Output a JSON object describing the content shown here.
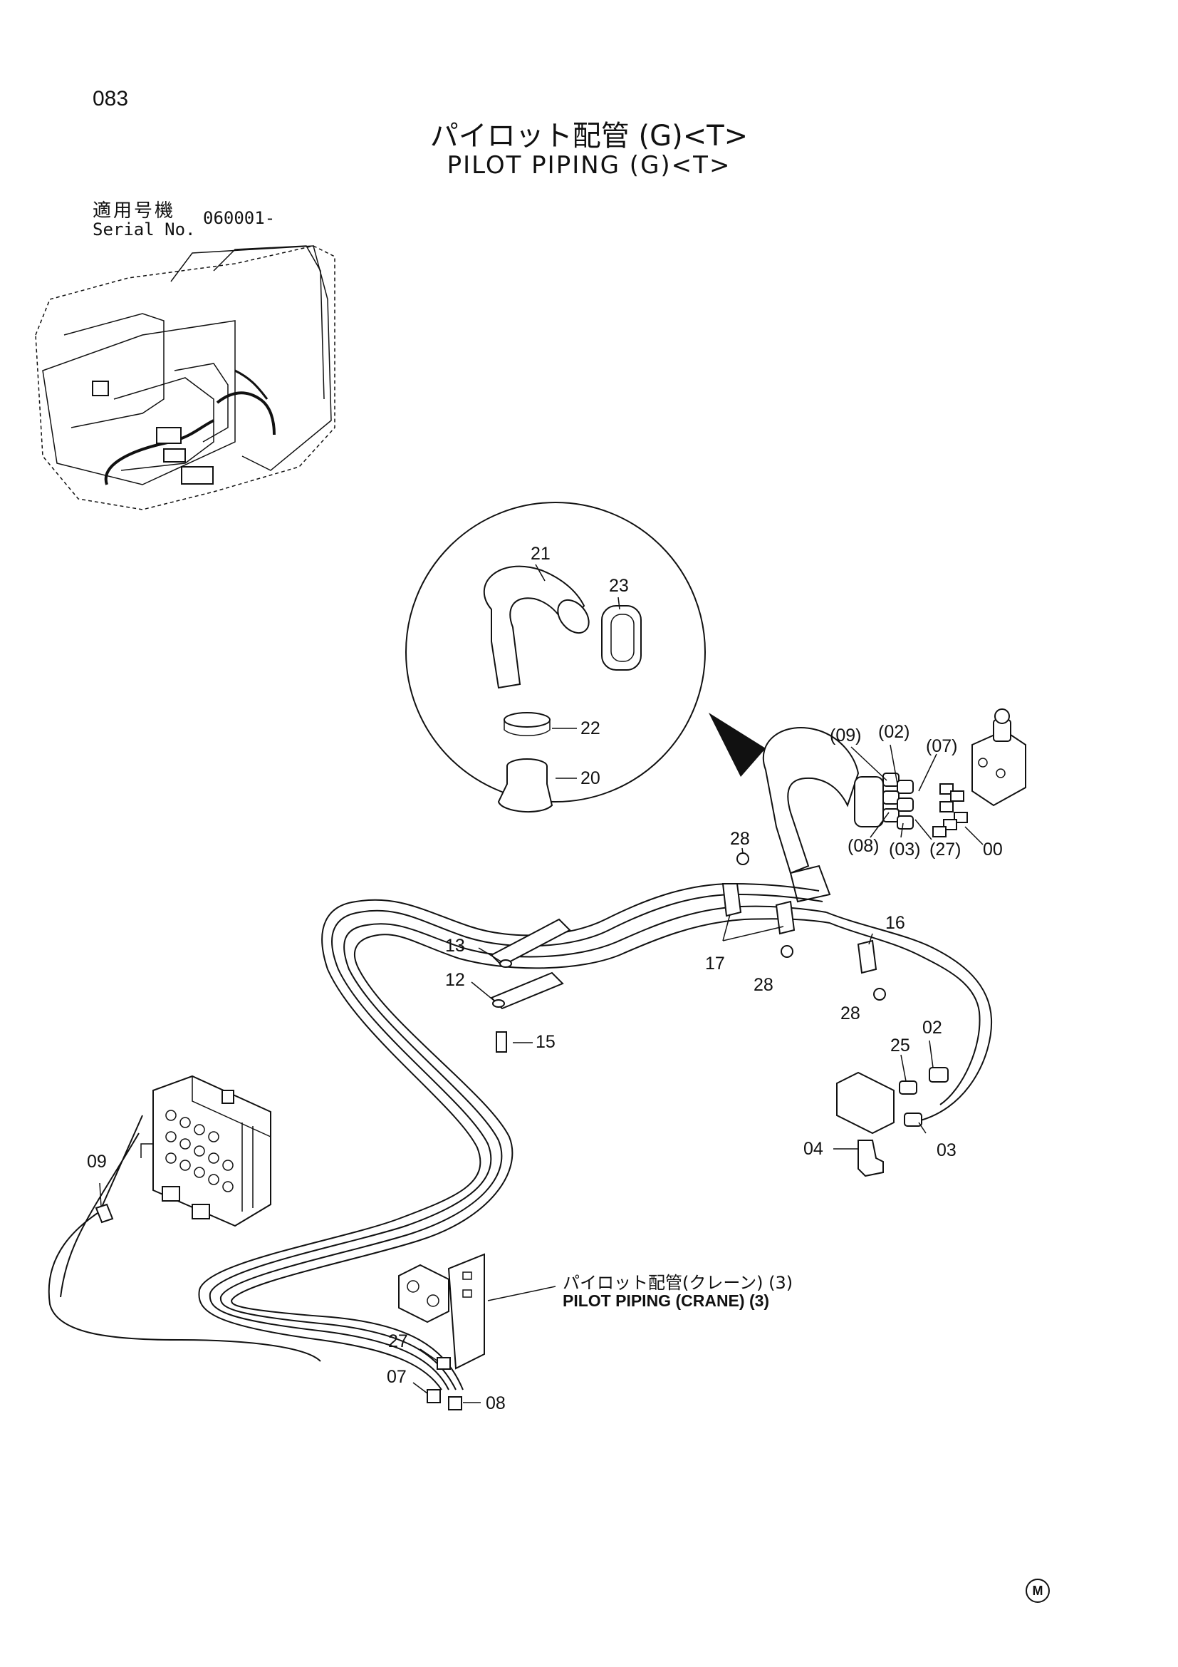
{
  "page_number": "083",
  "title_jp": "パイロット配管 (G)<T>",
  "title_en": "PILOT PIPING (G)<T>",
  "serial": {
    "label_jp": "適用号機",
    "label_en": "Serial No.",
    "value": "060001-"
  },
  "reference": {
    "label_jp": "パイロット配管(クレーン) (3)",
    "label_en": "PILOT PIPING (CRANE) (3)"
  },
  "mark": "M",
  "part_labels": {
    "p21": "21",
    "p23": "23",
    "p22": "22",
    "p20": "20",
    "p09a": "(09)",
    "p02a": "(02)",
    "p07a": "(07)",
    "p00": "00",
    "p08a": "(08)",
    "p03a": "(03)",
    "p27a": "(27)",
    "p28a": "28",
    "p16": "16",
    "p13": "13",
    "p12": "12",
    "p15": "15",
    "p17": "17",
    "p28b": "28",
    "p28c": "28",
    "p25": "25",
    "p02": "02",
    "p04": "04",
    "p03": "03",
    "p09": "09",
    "p27": "27",
    "p07": "07",
    "p08": "08"
  }
}
